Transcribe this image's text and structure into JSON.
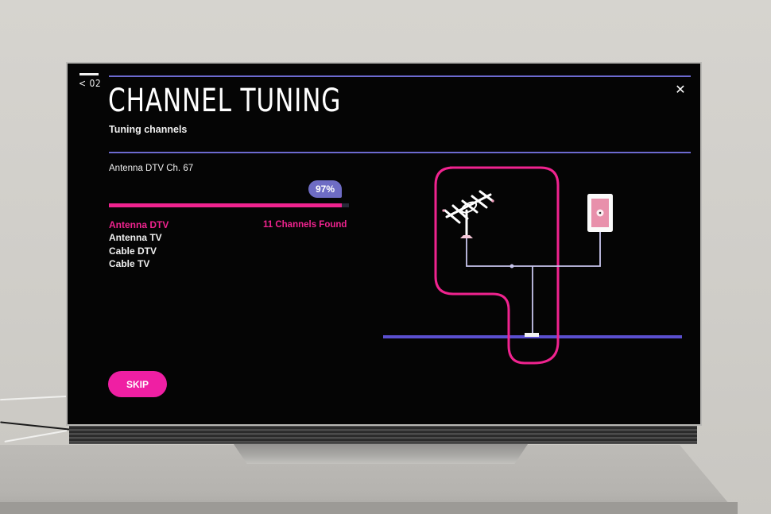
{
  "header": {
    "step_label": "< 02",
    "title": "CHANNEL TUNING",
    "subtitle": "Tuning channels",
    "close_label": "✕"
  },
  "progress": {
    "current_channel": "Antenna DTV Ch. 67",
    "percent": 97,
    "percent_label": "97%",
    "channels_found": "11 Channels Found"
  },
  "sources": [
    {
      "label": "Antenna DTV",
      "active": true
    },
    {
      "label": "Antenna TV",
      "active": false
    },
    {
      "label": "Cable DTV",
      "active": false
    },
    {
      "label": "Cable TV",
      "active": false
    }
  ],
  "actions": {
    "skip_label": "SKIP"
  },
  "diagram": {
    "icons": [
      "antenna-icon",
      "wall-outlet-icon",
      "tv-connector-icon"
    ]
  },
  "colors": {
    "accent_pink": "#f0238f",
    "accent_purple": "#6c6ad0",
    "screen_bg": "#050505",
    "text": "#f0f0f0"
  }
}
